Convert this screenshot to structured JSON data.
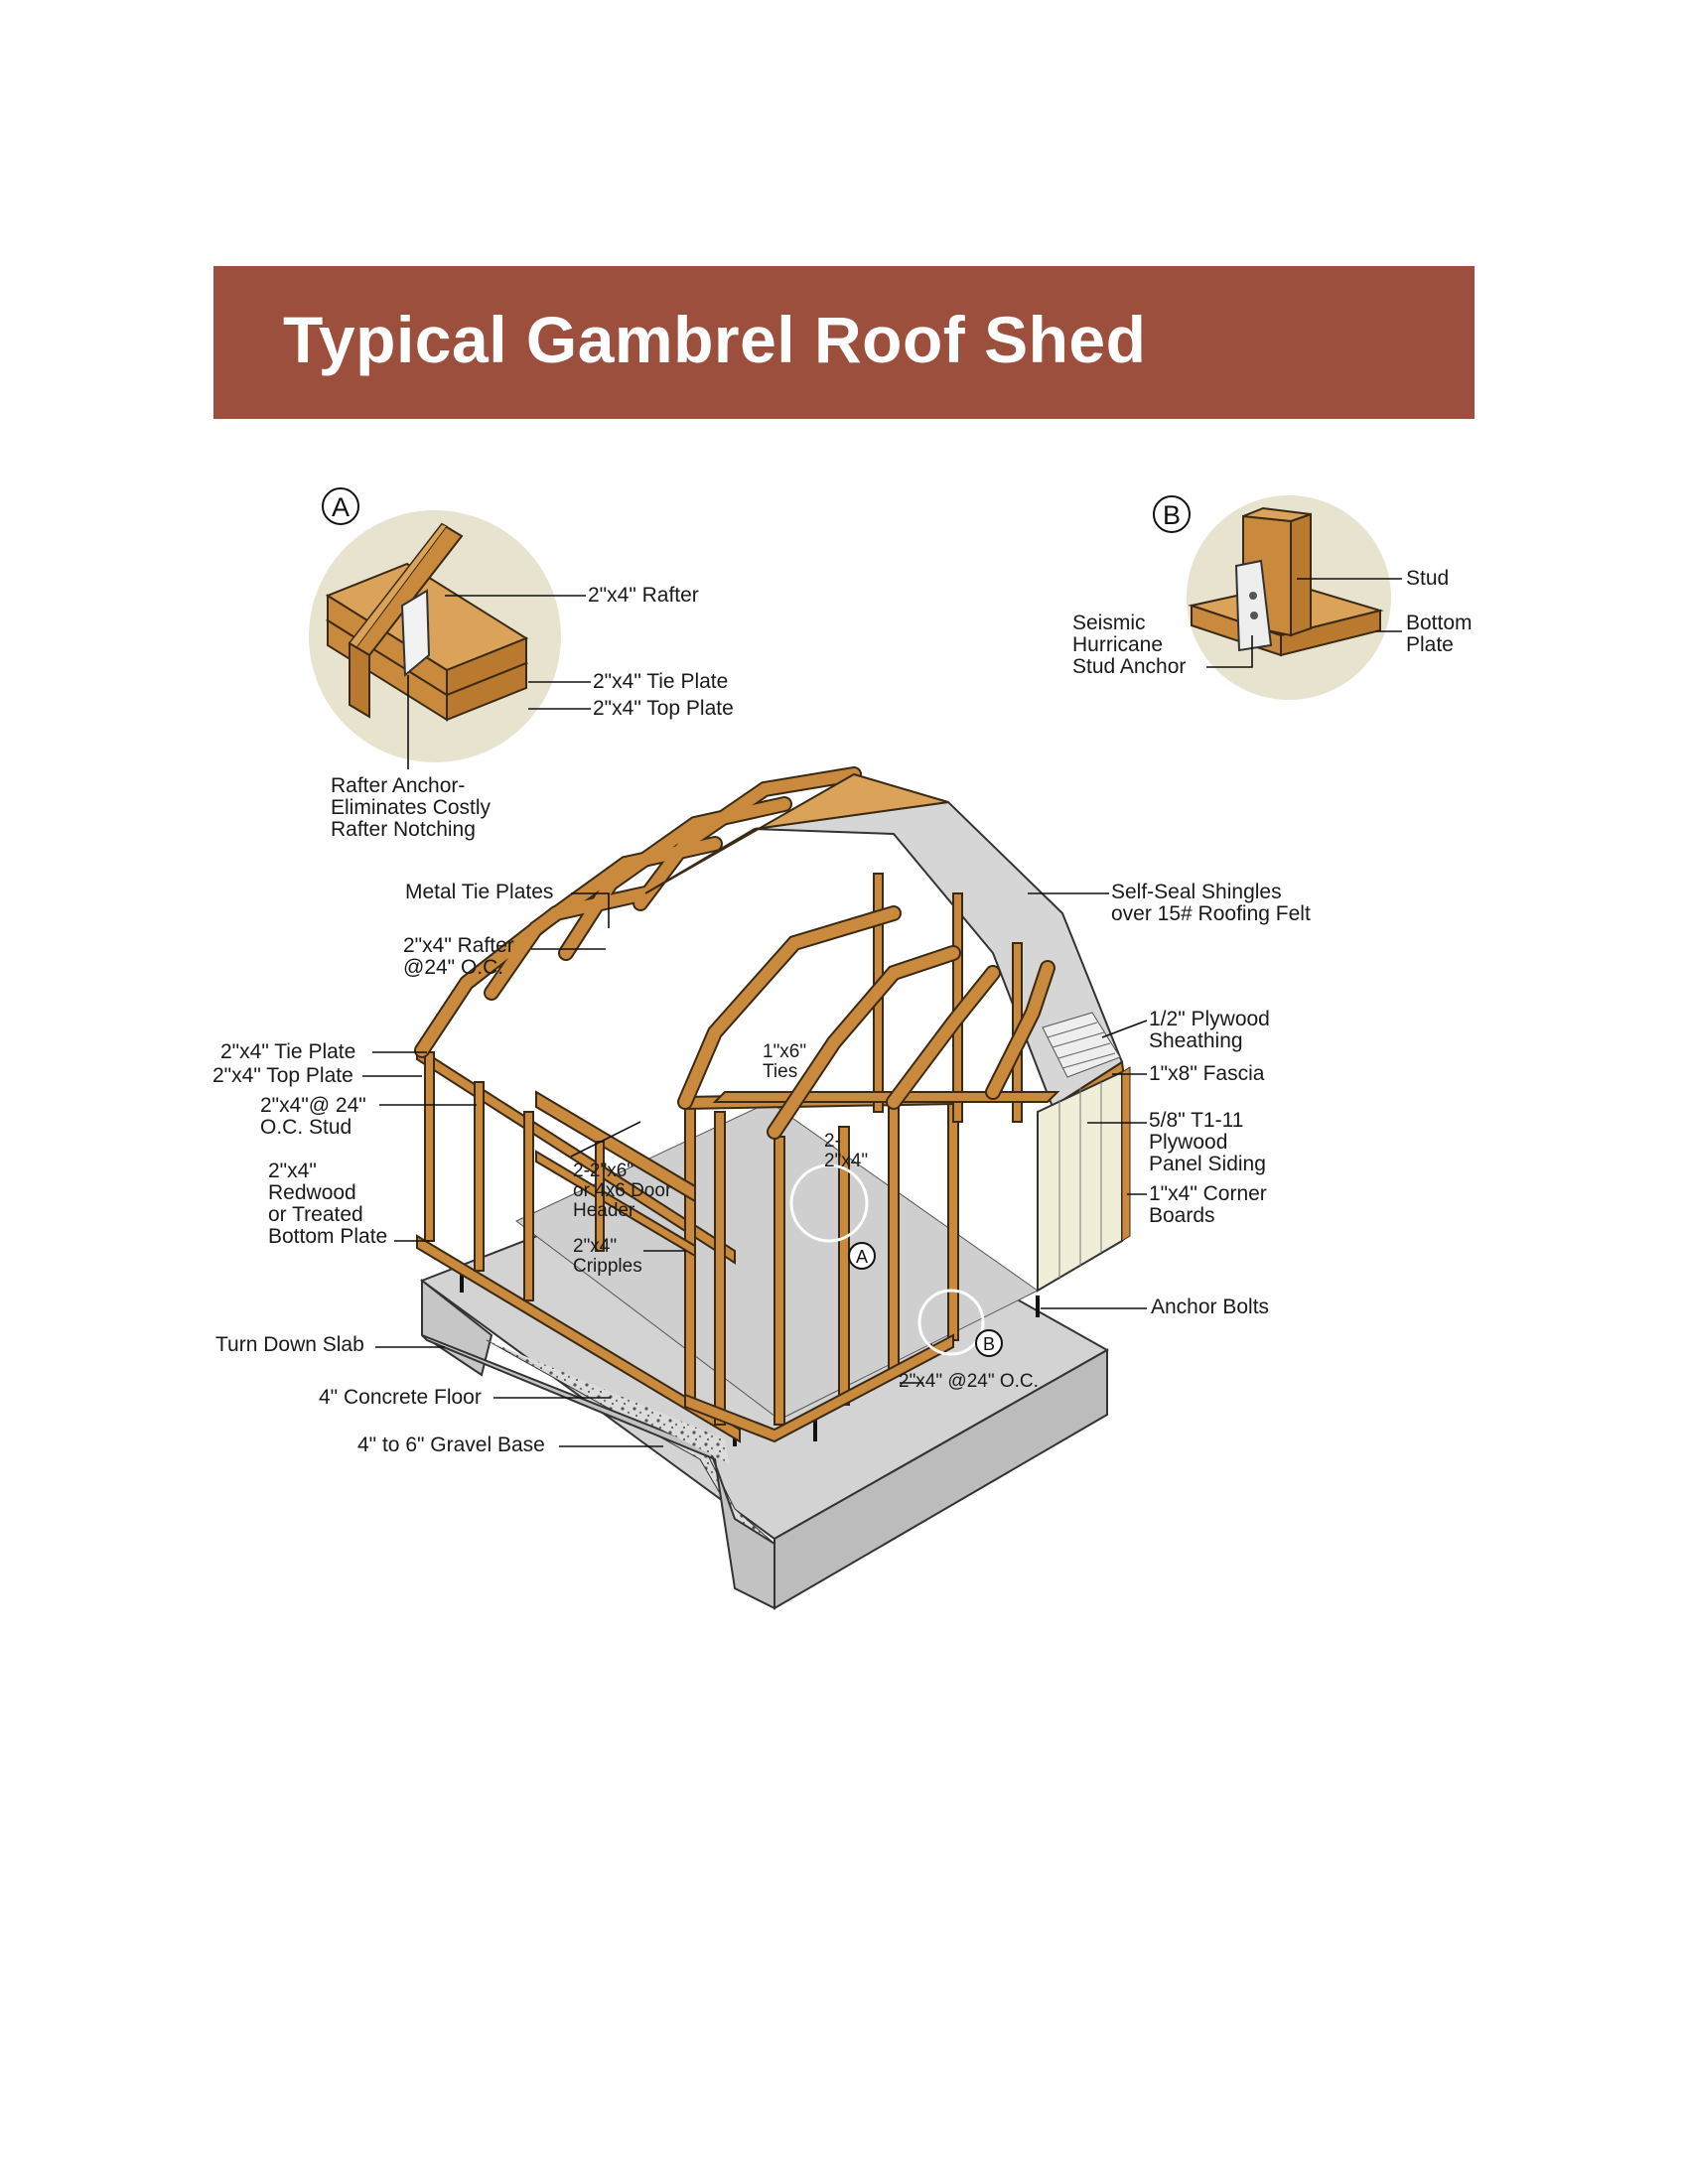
{
  "title": "Typical Gambrel Roof Shed",
  "detail_a": {
    "badge": "A",
    "rafter": "2\"x4\" Rafter",
    "tie_plate": "2\"x4\" Tie Plate",
    "top_plate": "2\"x4\" Top Plate",
    "anchor": "Rafter Anchor-\nEliminates Costly\nRafter Notching"
  },
  "detail_b": {
    "badge": "B",
    "stud": "Stud",
    "bottom_plate": "Bottom\nPlate",
    "anchor": "Seismic\nHurricane\nStud Anchor"
  },
  "labels": {
    "metal_tie_plates": "Metal Tie Plates",
    "rafter_oc": "2\"x4\" Rafter\n@24\" O.C.",
    "tie_plate": "2\"x4\" Tie Plate",
    "top_plate": "2\"x4\" Top Plate",
    "stud_oc": "2\"x4\"@ 24\"\nO.C. Stud",
    "bottom_plate": "2\"x4\"\nRedwood\nor Treated\nBottom Plate",
    "door_header": "2-2\"x6\"\nor 4x6 Door\nHeader",
    "cripples": "2\"x4\"\nCripples",
    "ties": "1\"x6\"\nTies",
    "two_2x4": "2-\n2\"x4\"",
    "turn_down_slab": "Turn Down Slab",
    "concrete_floor": "4\" Concrete Floor",
    "gravel_base": "4\" to 6\" Gravel Base",
    "shingles": "Self-Seal Shingles\nover 15# Roofing Felt",
    "sheathing": "1/2\" Plywood\nSheathing",
    "fascia": "1\"x8\" Fascia",
    "siding": "5/8\" T1-11\nPlywood\nPanel Siding",
    "corner_boards": "1\"x4\" Corner\nBoards",
    "anchor_bolts": "Anchor Bolts",
    "stud_spacing": "2\"x4\" @24\" O.C.",
    "marker_a": "A",
    "marker_b": "B"
  },
  "colors": {
    "banner": "#9d4f3e",
    "wood": "#c98a3e",
    "wood_dark": "#8a5a22",
    "wood_light": "#dba35a",
    "concrete": "#d3d3d3",
    "detail_bg": "#e7e3cf",
    "roof": "#cfcfcf"
  }
}
